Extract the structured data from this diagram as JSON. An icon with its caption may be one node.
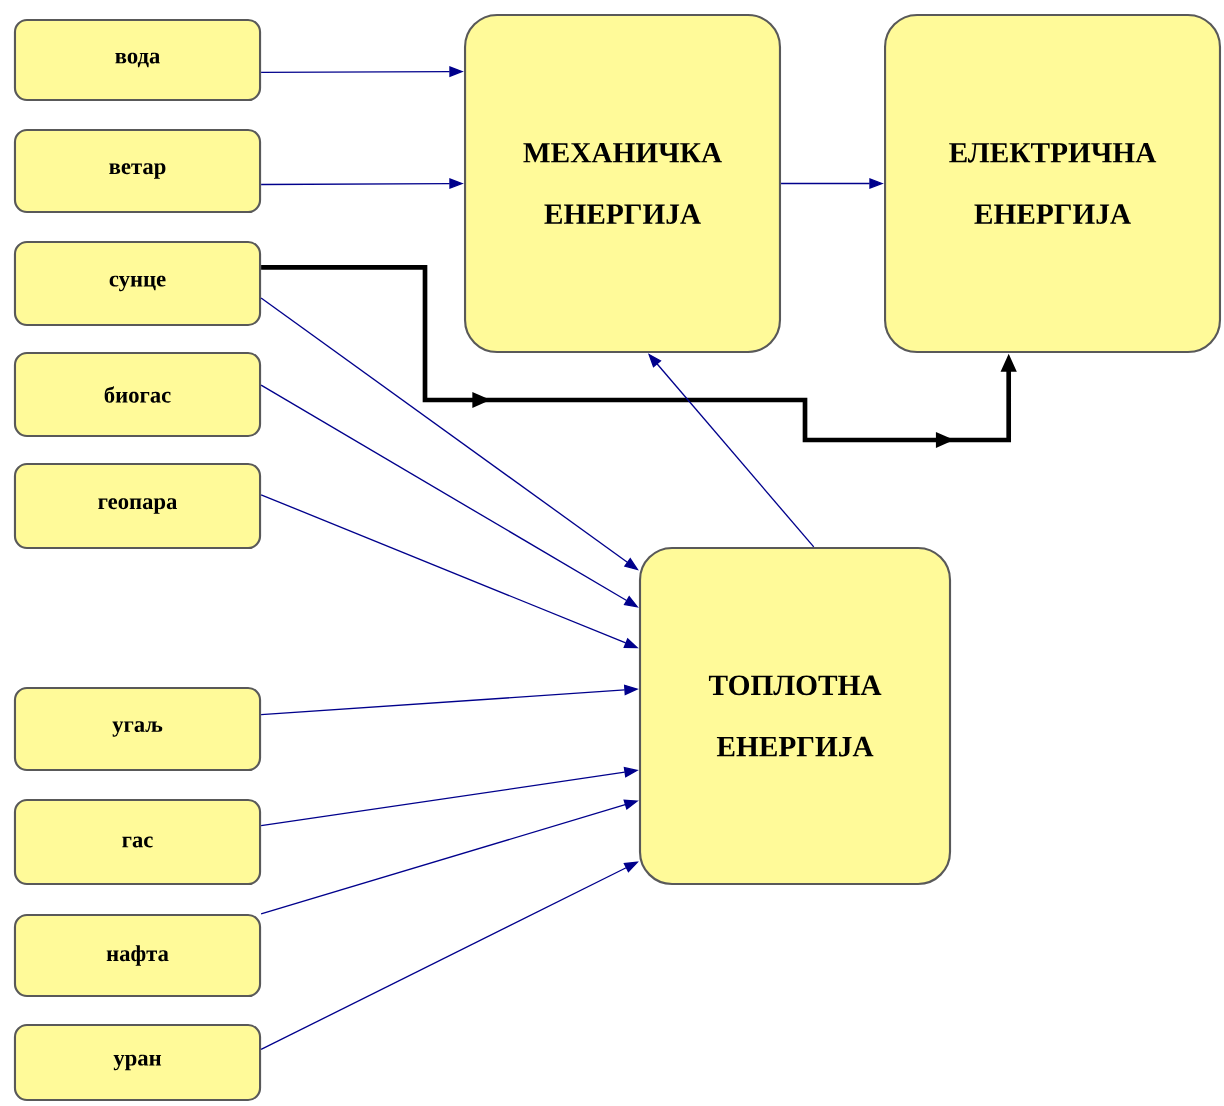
{
  "diagram": {
    "nodes": [
      {
        "text": [
          "вода"
        ]
      },
      {
        "text": [
          "ветар"
        ]
      },
      {
        "text": [
          "сунце"
        ]
      },
      {
        "text": [
          "биогас"
        ]
      },
      {
        "text": [
          "геопара"
        ]
      },
      {
        "text": [
          "угаљ"
        ]
      },
      {
        "text": [
          "гас"
        ]
      },
      {
        "text": [
          "нафта"
        ]
      },
      {
        "text": [
          "уран"
        ]
      },
      {
        "text": [
          "МЕХАНИЧКА ЕНЕРГИЈА"
        ]
      },
      {
        "text": [
          "ЕЛЕКТРИЧНА ЕНЕРГИЈА"
        ]
      },
      {
        "text": [
          "ТОПЛОТНА ЕНЕРГИЈА"
        ]
      }
    ],
    "edges": [
      {
        "from": 0,
        "to": 9,
        "arrow": "to"
      },
      {
        "from": 1,
        "to": 9,
        "arrow": "to"
      },
      {
        "from": 9,
        "to": 10,
        "arrow": "to"
      },
      {
        "from": 2,
        "to": 10,
        "arrow": "to",
        "style": "thick",
        "color": "#000000"
      },
      {
        "from": 2,
        "to": 11,
        "arrow": "to"
      },
      {
        "from": 3,
        "to": 11,
        "arrow": "to"
      },
      {
        "from": 4,
        "to": 11,
        "arrow": "to"
      },
      {
        "from": 5,
        "to": 11,
        "arrow": "to"
      },
      {
        "from": 6,
        "to": 11,
        "arrow": "to"
      },
      {
        "from": 7,
        "to": 11,
        "arrow": "to"
      },
      {
        "from": 8,
        "to": 11,
        "arrow": "to"
      },
      {
        "from": 11,
        "to": 9,
        "arrow": "to"
      }
    ]
  }
}
